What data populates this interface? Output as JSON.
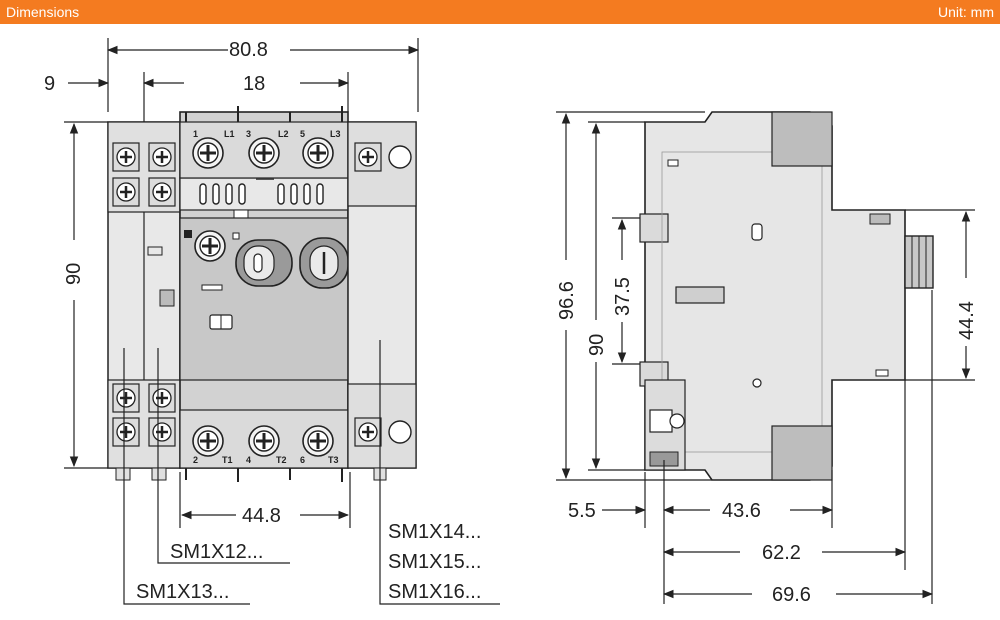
{
  "header": {
    "title": "Dimensions",
    "unit": "Unit: mm",
    "bg": "#f47b20"
  },
  "front_view": {
    "dim_width_total": "80.8",
    "dim_left_module": "9",
    "dim_second_module": "18",
    "dim_height": "90",
    "dim_bottom": "44.8",
    "terminals_top": [
      "1",
      "L1",
      "3",
      "L2",
      "5",
      "L3"
    ],
    "terminals_bottom": [
      "2",
      "T1",
      "4",
      "T2",
      "6",
      "T3"
    ],
    "callout_mid": "SM1X12...",
    "callout_left": "SM1X13...",
    "callout_right": [
      "SM1X14...",
      "SM1X15...",
      "SM1X16..."
    ]
  },
  "side_view": {
    "dim_total_height": "96.6",
    "dim_rail_height": "90",
    "dim_window": "37.5",
    "dim_right_height": "44.4",
    "dim_offset": "5.5",
    "dim_depth_1": "43.6",
    "dim_depth_2": "62.2",
    "dim_depth_3": "69.6"
  },
  "colors": {
    "housing": "#e6e6e6",
    "housing_dark": "#bdbdbd",
    "body_grey": "#cfcfcf",
    "line": "#222222"
  }
}
